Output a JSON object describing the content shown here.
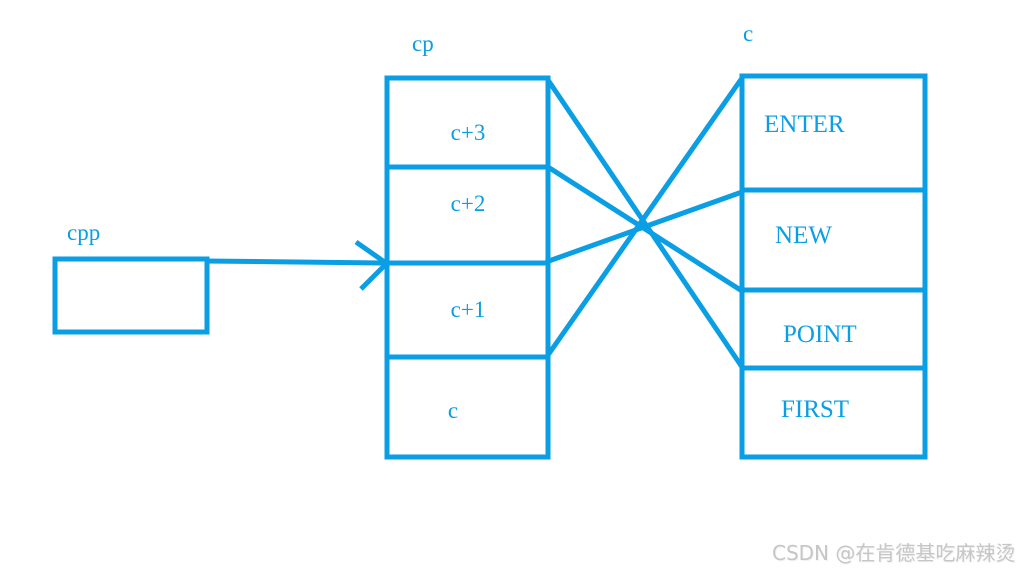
{
  "diagram": {
    "background_color": "#ffffff",
    "accent_color": "#0a9ee4",
    "cpp": {
      "label": "cpp"
    },
    "cp": {
      "label": "cp",
      "cells": [
        "c+3",
        "c+2",
        "c+1",
        "c"
      ]
    },
    "c": {
      "label": "c",
      "cells": [
        "ENTER",
        "NEW",
        "POINT",
        "FIRST"
      ]
    },
    "connections": [
      {
        "from": "c+3",
        "to": "FIRST"
      },
      {
        "from": "c+2",
        "to": "POINT"
      },
      {
        "from": "c+1",
        "to": "NEW"
      },
      {
        "from": "c",
        "to": "ENTER"
      }
    ],
    "arrow": {
      "from": "cpp",
      "to": "cp"
    },
    "watermark": "CSDN @在肯德基吃麻辣烫",
    "watermark_color": "#c6c6c6"
  }
}
